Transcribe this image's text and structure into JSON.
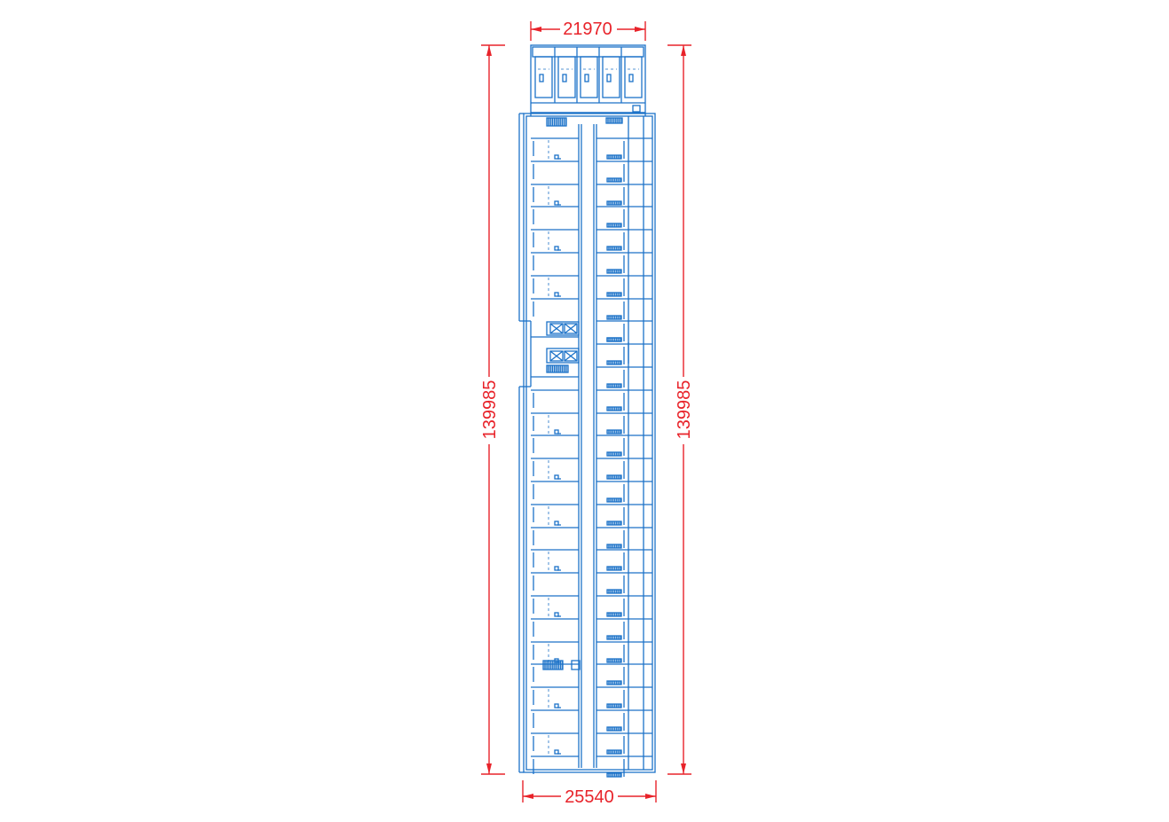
{
  "drawing": {
    "type": "architectural floor plan",
    "colors": {
      "plan": "#1c72c8",
      "dimension": "#e8232a",
      "background": "#ffffff"
    },
    "dimensions": {
      "top_width": "21970",
      "bottom_width": "25540",
      "left_height": "139985",
      "right_height": "139985"
    }
  }
}
